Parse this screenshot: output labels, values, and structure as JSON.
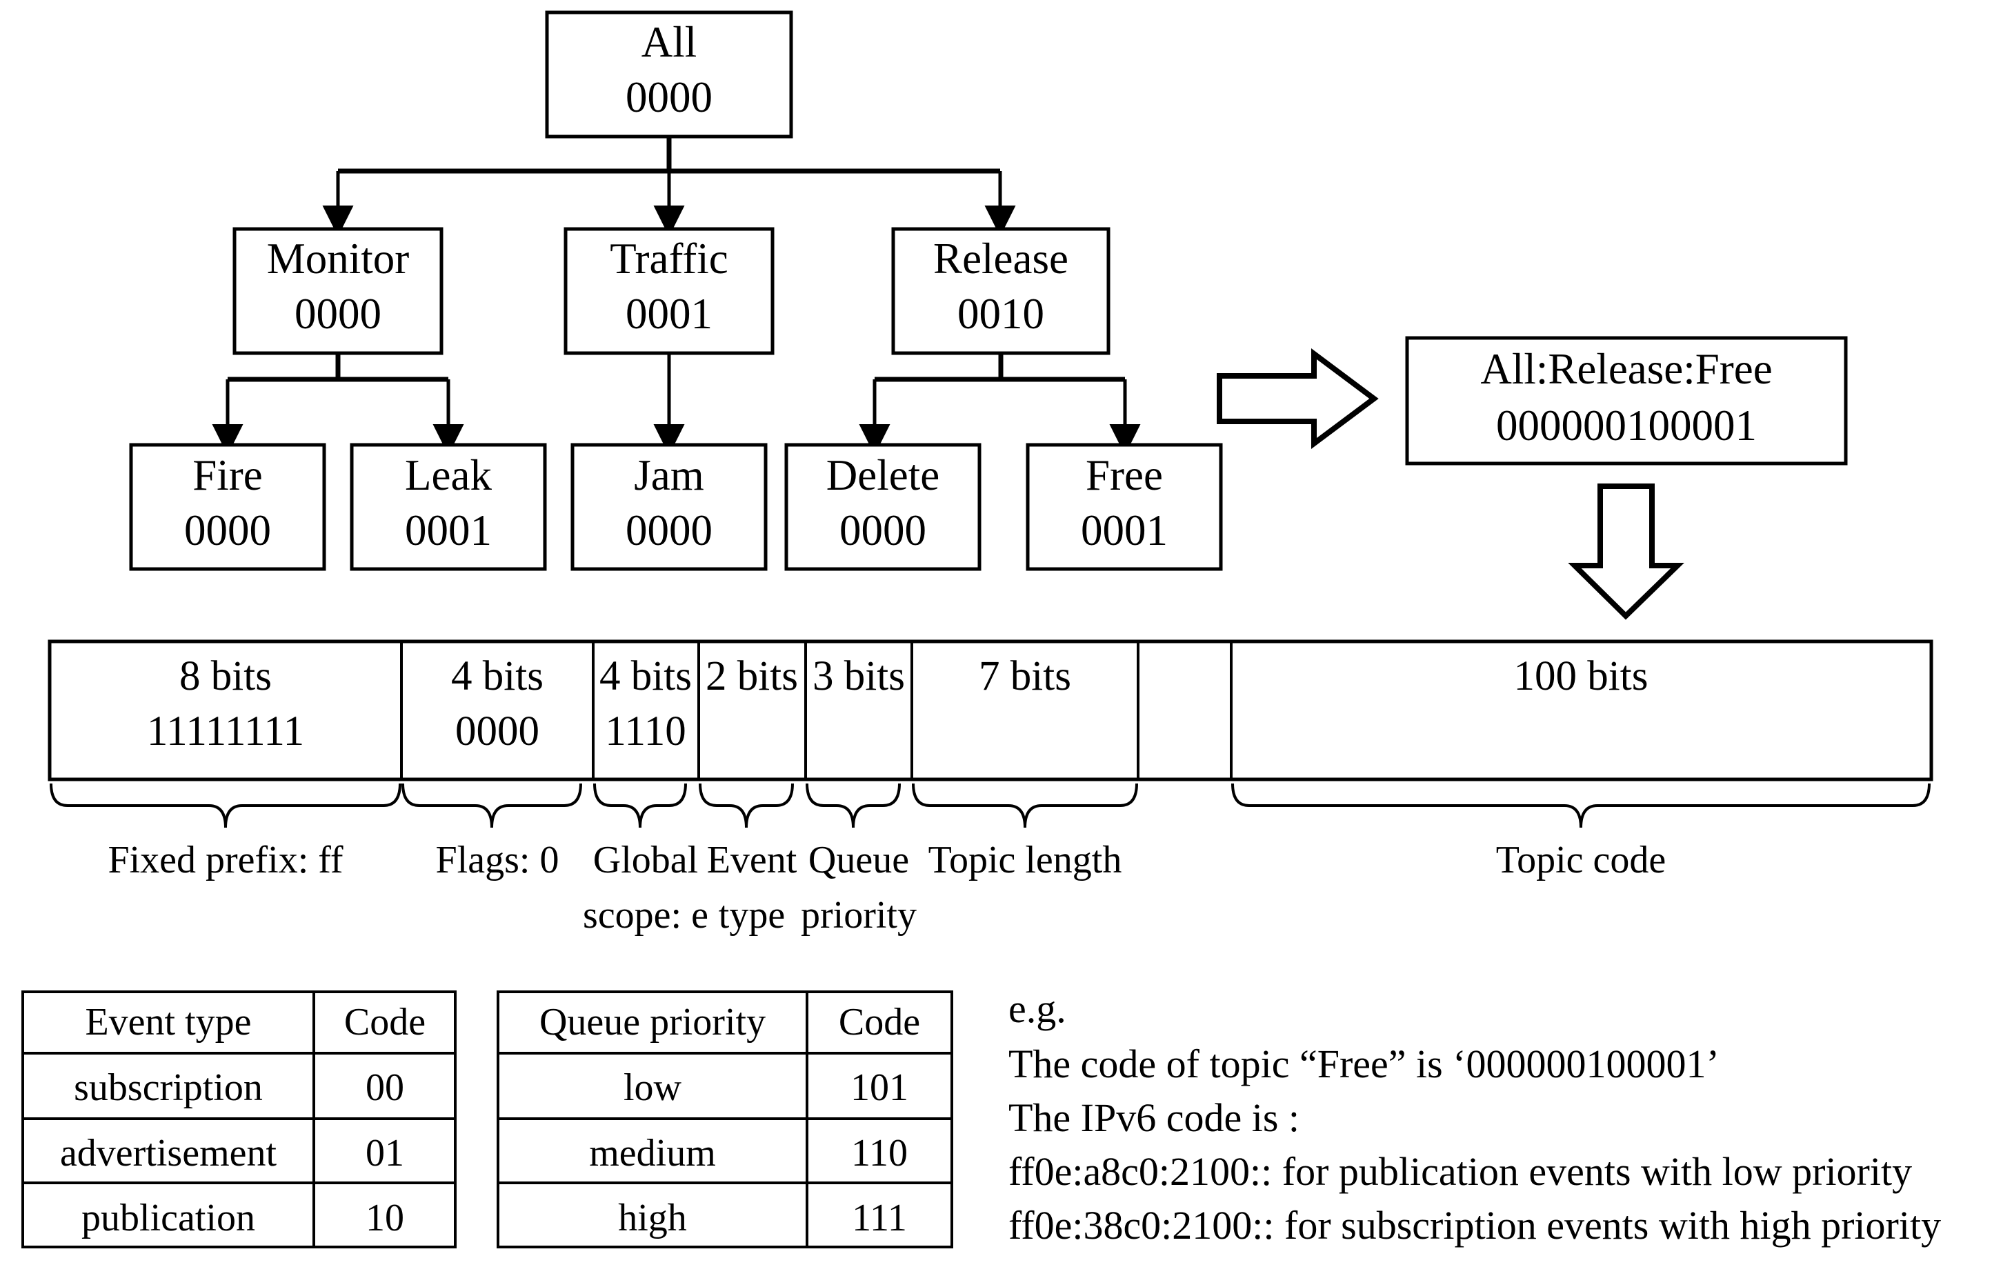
{
  "tree": {
    "root": {
      "label": "All",
      "code": "0000"
    },
    "level2": [
      {
        "label": "Monitor",
        "code": "0000"
      },
      {
        "label": "Traffic",
        "code": "0001"
      },
      {
        "label": "Release",
        "code": "0010"
      }
    ],
    "leaves": [
      {
        "label": "Fire",
        "code": "0000"
      },
      {
        "label": "Leak",
        "code": "0001"
      },
      {
        "label": "Jam",
        "code": "0000"
      },
      {
        "label": "Delete",
        "code": "0000"
      },
      {
        "label": "Free",
        "code": "0001"
      }
    ]
  },
  "topic_result": {
    "path": "All:Release:Free",
    "code": "000000100001"
  },
  "address_bar": {
    "fields": [
      {
        "bits": "8 bits",
        "value": "11111111",
        "label_line1": "Fixed prefix: ff",
        "label_line2": ""
      },
      {
        "bits": "4 bits",
        "value": "0000",
        "label_line1": "Flags: 0",
        "label_line2": ""
      },
      {
        "bits": "4 bits",
        "value": "1110",
        "label_line1": "Global",
        "label_line2": "scope: e"
      },
      {
        "bits": "2 bits",
        "value": "",
        "label_line1": "Event",
        "label_line2": "type"
      },
      {
        "bits": "3 bits",
        "value": "",
        "label_line1": "Queue",
        "label_line2": "priority"
      },
      {
        "bits": "7 bits",
        "value": "",
        "label_line1": "Topic length",
        "label_line2": ""
      },
      {
        "bits": "100 bits",
        "value": "",
        "label_line1": "Topic code",
        "label_line2": ""
      }
    ]
  },
  "event_type_table": {
    "headers": [
      "Event type",
      "Code"
    ],
    "rows": [
      [
        "subscription",
        "00"
      ],
      [
        "advertisement",
        "01"
      ],
      [
        "publication",
        "10"
      ]
    ]
  },
  "queue_priority_table": {
    "headers": [
      "Queue priority",
      "Code"
    ],
    "rows": [
      [
        "low",
        "101"
      ],
      [
        "medium",
        "110"
      ],
      [
        "high",
        "111"
      ]
    ]
  },
  "example": {
    "lines": [
      "e.g.",
      "The code of topic “Free” is ‘000000100001’",
      "The IPv6 code is :",
      "ff0e:a8c0:2100:: for publication events with low priority",
      "ff0e:38c0:2100:: for subscription events with high priority"
    ]
  },
  "colors": {
    "ink": "#000000",
    "paper": "#ffffff"
  }
}
